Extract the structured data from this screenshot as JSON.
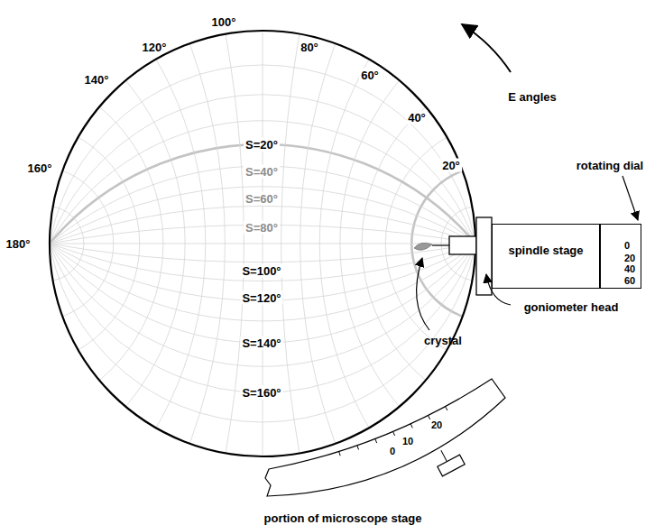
{
  "diagram": {
    "nodes": [
      {
        "text": [
          "spindle stage"
        ]
      },
      {
        "text": [
          "0",
          "20",
          "40",
          "60"
        ]
      }
    ],
    "labels": [
      "E angles",
      "20°",
      "40°",
      "60°",
      "80°",
      "100°",
      "120°",
      "140°",
      "160°",
      "180°",
      "S=20°",
      "S=40°",
      "S=60°",
      "S=80°",
      "S=100°",
      "S=120°",
      "S=140°",
      "S=160°",
      "rotating dial",
      "goniometer head",
      "crystal",
      "0",
      "10",
      "20",
      "portion of microscope stage"
    ]
  }
}
